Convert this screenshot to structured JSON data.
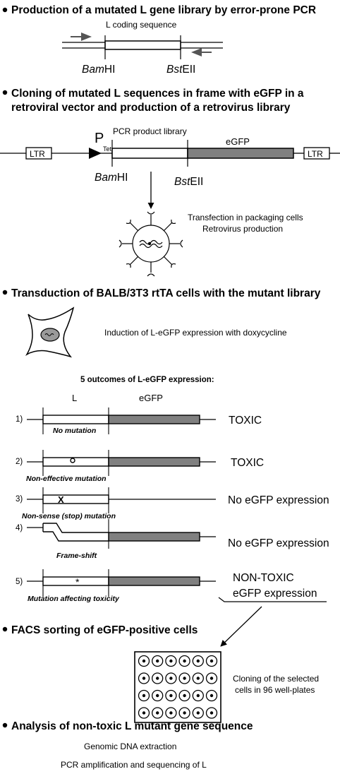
{
  "sections": {
    "s1": "Production of a mutated L gene library by error-prone PCR",
    "s2_line1": "Cloning of mutated L sequences in frame with eGFP in a",
    "s2_line2": "retroviral vector and production of a retrovirus library",
    "s3": "Transduction of BALB/3T3 rtTA cells with the mutant library",
    "s4": "FACS sorting of eGFP-positive cells",
    "s5": "Analysis of non-toxic L mutant  gene sequence"
  },
  "pcr": {
    "coding_label": "L coding sequence",
    "bam_italic": "Bam",
    "bam_rest": "HI",
    "bst_italic": "Bst",
    "bst_rest": "EII"
  },
  "vector": {
    "ltr_left": "LTR",
    "ltr_right": "LTR",
    "promoter": "P",
    "promoter_sub": "Tet",
    "library_label": "PCR product library",
    "egfp_label": "eGFP",
    "bam_italic": "Bam",
    "bam_rest": "HI",
    "bst_italic": "Bst",
    "bst_rest": "EII"
  },
  "transfection": {
    "line1": "Transfection in packaging cells",
    "line2": "Retrovirus production"
  },
  "induction": "Induction of L-eGFP  expression with doxycycline",
  "outcomes": {
    "title": "5 outcomes of L-eGFP expression:",
    "col_l": "L",
    "col_egfp": "eGFP",
    "rows": [
      {
        "num": "1)",
        "caption": "No mutation",
        "result": "TOXIC"
      },
      {
        "num": "2)",
        "caption": "Non-effective mutation",
        "result": "TOXIC"
      },
      {
        "num": "3)",
        "caption": "Non-sense (stop) mutation",
        "result": "No eGFP expression",
        "marker": "X"
      },
      {
        "num": "4)",
        "caption": "Frame-shift",
        "result": "No eGFP expression"
      },
      {
        "num": "5)",
        "caption": "Mutation affecting toxicity",
        "result_line1": "NON-TOXIC",
        "result_line2": "eGFP expression",
        "marker": "*"
      }
    ]
  },
  "cloning": {
    "line1": "Cloning of the selected",
    "line2": "cells in 96 well-plates"
  },
  "analysis": {
    "step1": "Genomic DNA extraction",
    "step2": "PCR amplification and sequencing of L"
  },
  "colors": {
    "egfp_fill": "#808080",
    "cell_nucleus": "#9a9a9a",
    "stroke": "#000000"
  }
}
